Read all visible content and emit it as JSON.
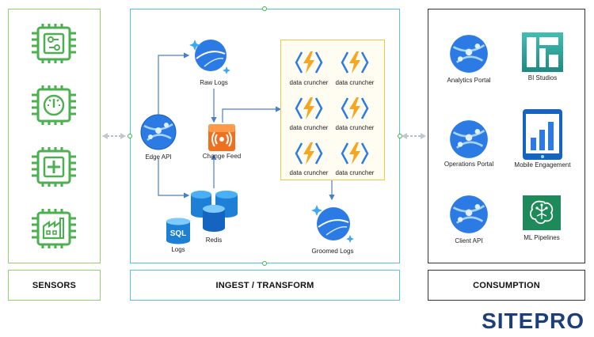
{
  "panels": {
    "sensors": "SENSORS",
    "ingest": "INGEST / TRANSFORM",
    "consumption": "CONSUMPTION"
  },
  "ingest": {
    "edge_api": "Edge API",
    "raw_logs": "Raw Logs",
    "change_feed": "Change Feed",
    "crunchers": [
      "data cruncher",
      "data cruncher",
      "data cruncher",
      "data cruncher",
      "data cruncher",
      "data cruncher"
    ],
    "redis": "Redis",
    "logs": "Logs",
    "sql": "SQL",
    "groomed_logs": "Groomed Logs"
  },
  "consumption": {
    "analytics_portal": "Analytics Portal",
    "bi_studios": "BI Studios",
    "operations_portal": "Operations Portal",
    "mobile_engagement": "Mobile Engagement",
    "client_api": "Client API",
    "ml_pipelines": "ML Pipelines"
  },
  "logo": "SITEPRO",
  "colors": {
    "green": "#5cb85c",
    "blue_border": "#4ab0e0",
    "yellow": "#f5c842",
    "arrow": "#4a7fc4"
  }
}
